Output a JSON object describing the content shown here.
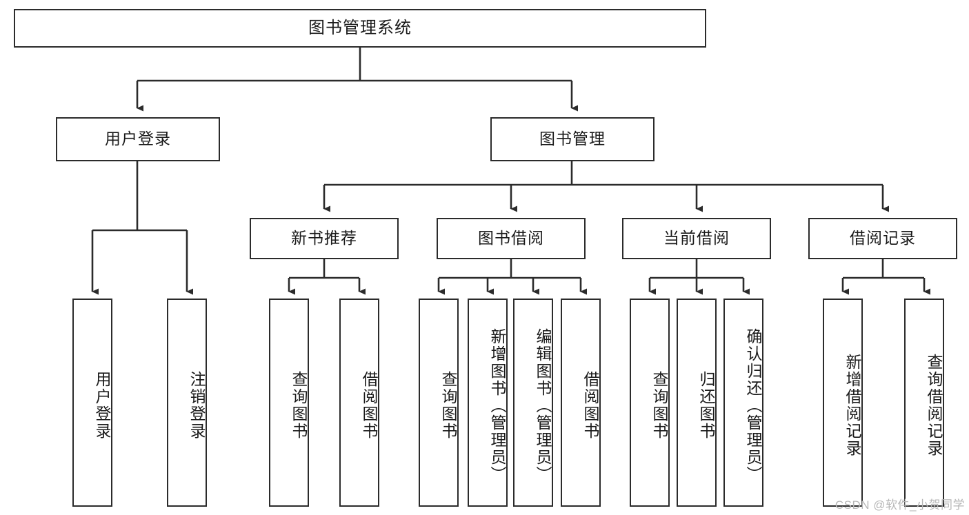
{
  "diagram": {
    "title": "图书管理系统",
    "type": "hierarchy-tree",
    "watermark": "CSDN @软件_小贺同学",
    "colors": {
      "box_border": "#2b2b2b",
      "box_fill": "#ffffff",
      "edge": "#2b2b2b",
      "text": "#1a1a1a",
      "watermark": "#b6b6b6",
      "background": "#ffffff"
    },
    "root": {
      "label": "图书管理系统"
    },
    "level2": [
      {
        "label": "用户登录"
      },
      {
        "label": "图书管理"
      }
    ],
    "level3": [
      {
        "label": "新书推荐"
      },
      {
        "label": "图书借阅"
      },
      {
        "label": "当前借阅"
      },
      {
        "label": "借阅记录"
      }
    ],
    "leaves": {
      "user_login": [
        {
          "label": "用户登录"
        },
        {
          "label": "注销登录"
        }
      ],
      "new_book_recommend": [
        {
          "label": "查询图书"
        },
        {
          "label": "借阅图书"
        }
      ],
      "book_borrow": [
        {
          "label": "查询图书"
        },
        {
          "label": "新增图书（管理员）"
        },
        {
          "label": "编辑图书（管理员）"
        },
        {
          "label": "借阅图书"
        }
      ],
      "current_borrow": [
        {
          "label": "查询图书"
        },
        {
          "label": "归还图书"
        },
        {
          "label": "确认归还（管理员）"
        }
      ],
      "borrow_record": [
        {
          "label": "新增借阅记录"
        },
        {
          "label": "查询借阅记录"
        }
      ]
    }
  }
}
